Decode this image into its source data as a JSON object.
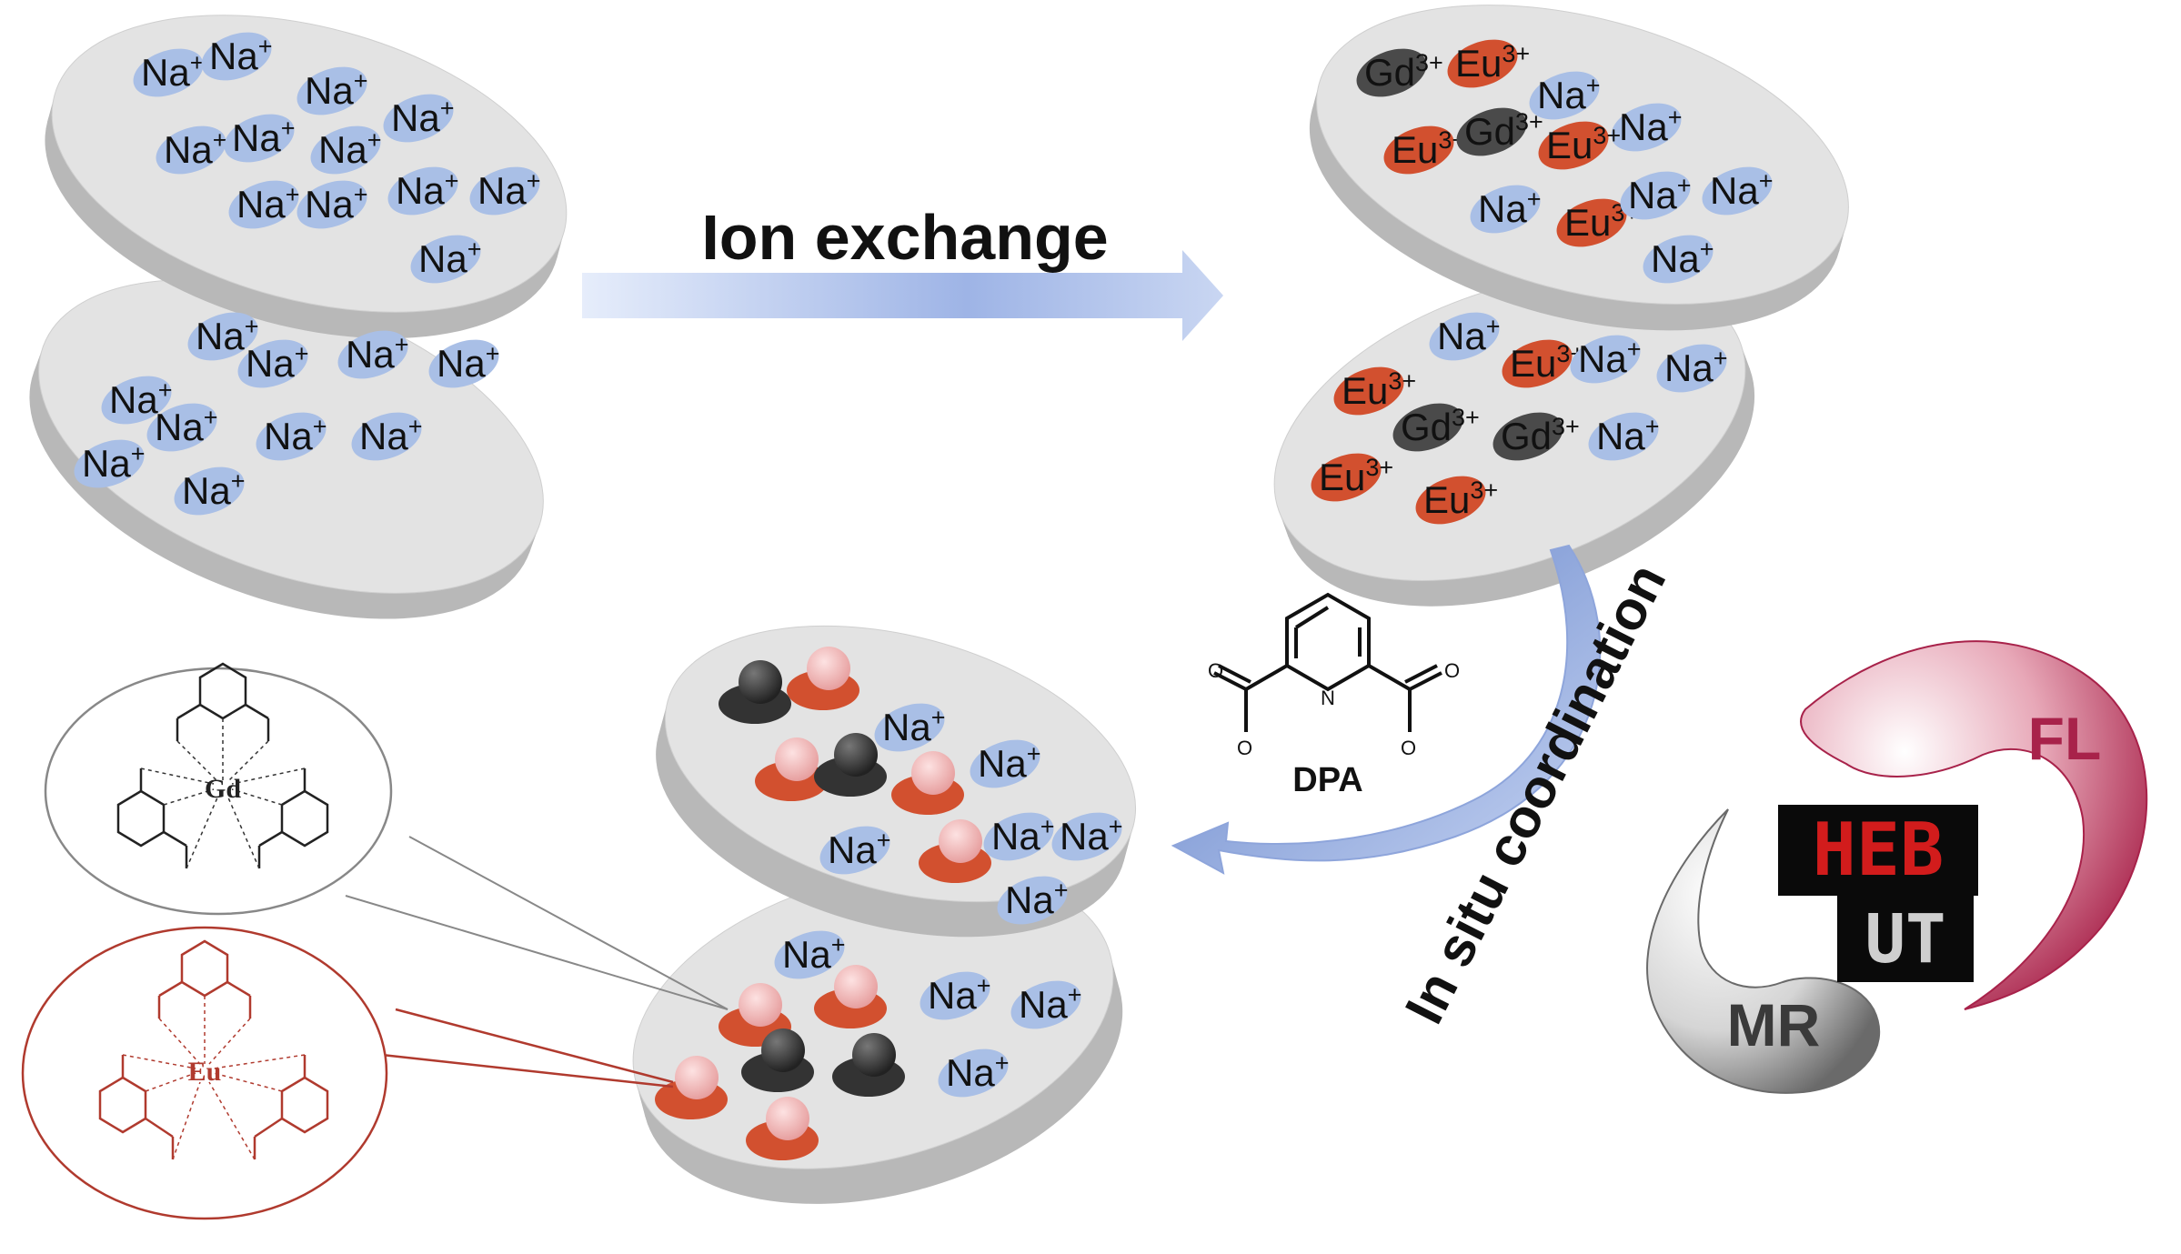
{
  "ions": {
    "na": {
      "symbol": "Na",
      "charge": "+",
      "color": "#a9bfe6"
    },
    "eu": {
      "symbol": "Eu",
      "charge": "3+",
      "color": "#d2502f"
    },
    "gd": {
      "symbol": "Gd",
      "charge": "3+",
      "color": "#4a4a4a"
    }
  },
  "arrows": {
    "ion_exchange": "Ion exchange",
    "in_situ": "In situ coordination"
  },
  "ligand": {
    "name": "DPA",
    "atoms": {
      "oxygen": "O",
      "nitrogen": "N"
    }
  },
  "complexes": {
    "gd": {
      "metal": "Gd",
      "color": "#222222"
    },
    "eu": {
      "metal": "Eu",
      "color": "#b03a2e"
    }
  },
  "imaging": {
    "fl": "FL",
    "mr": "MR",
    "heb": "HEB",
    "ut": "UT"
  },
  "colors": {
    "disc_top": "#e3e3e3",
    "disc_side": "#b8b8b8",
    "arrow": "#b8c8ec"
  }
}
